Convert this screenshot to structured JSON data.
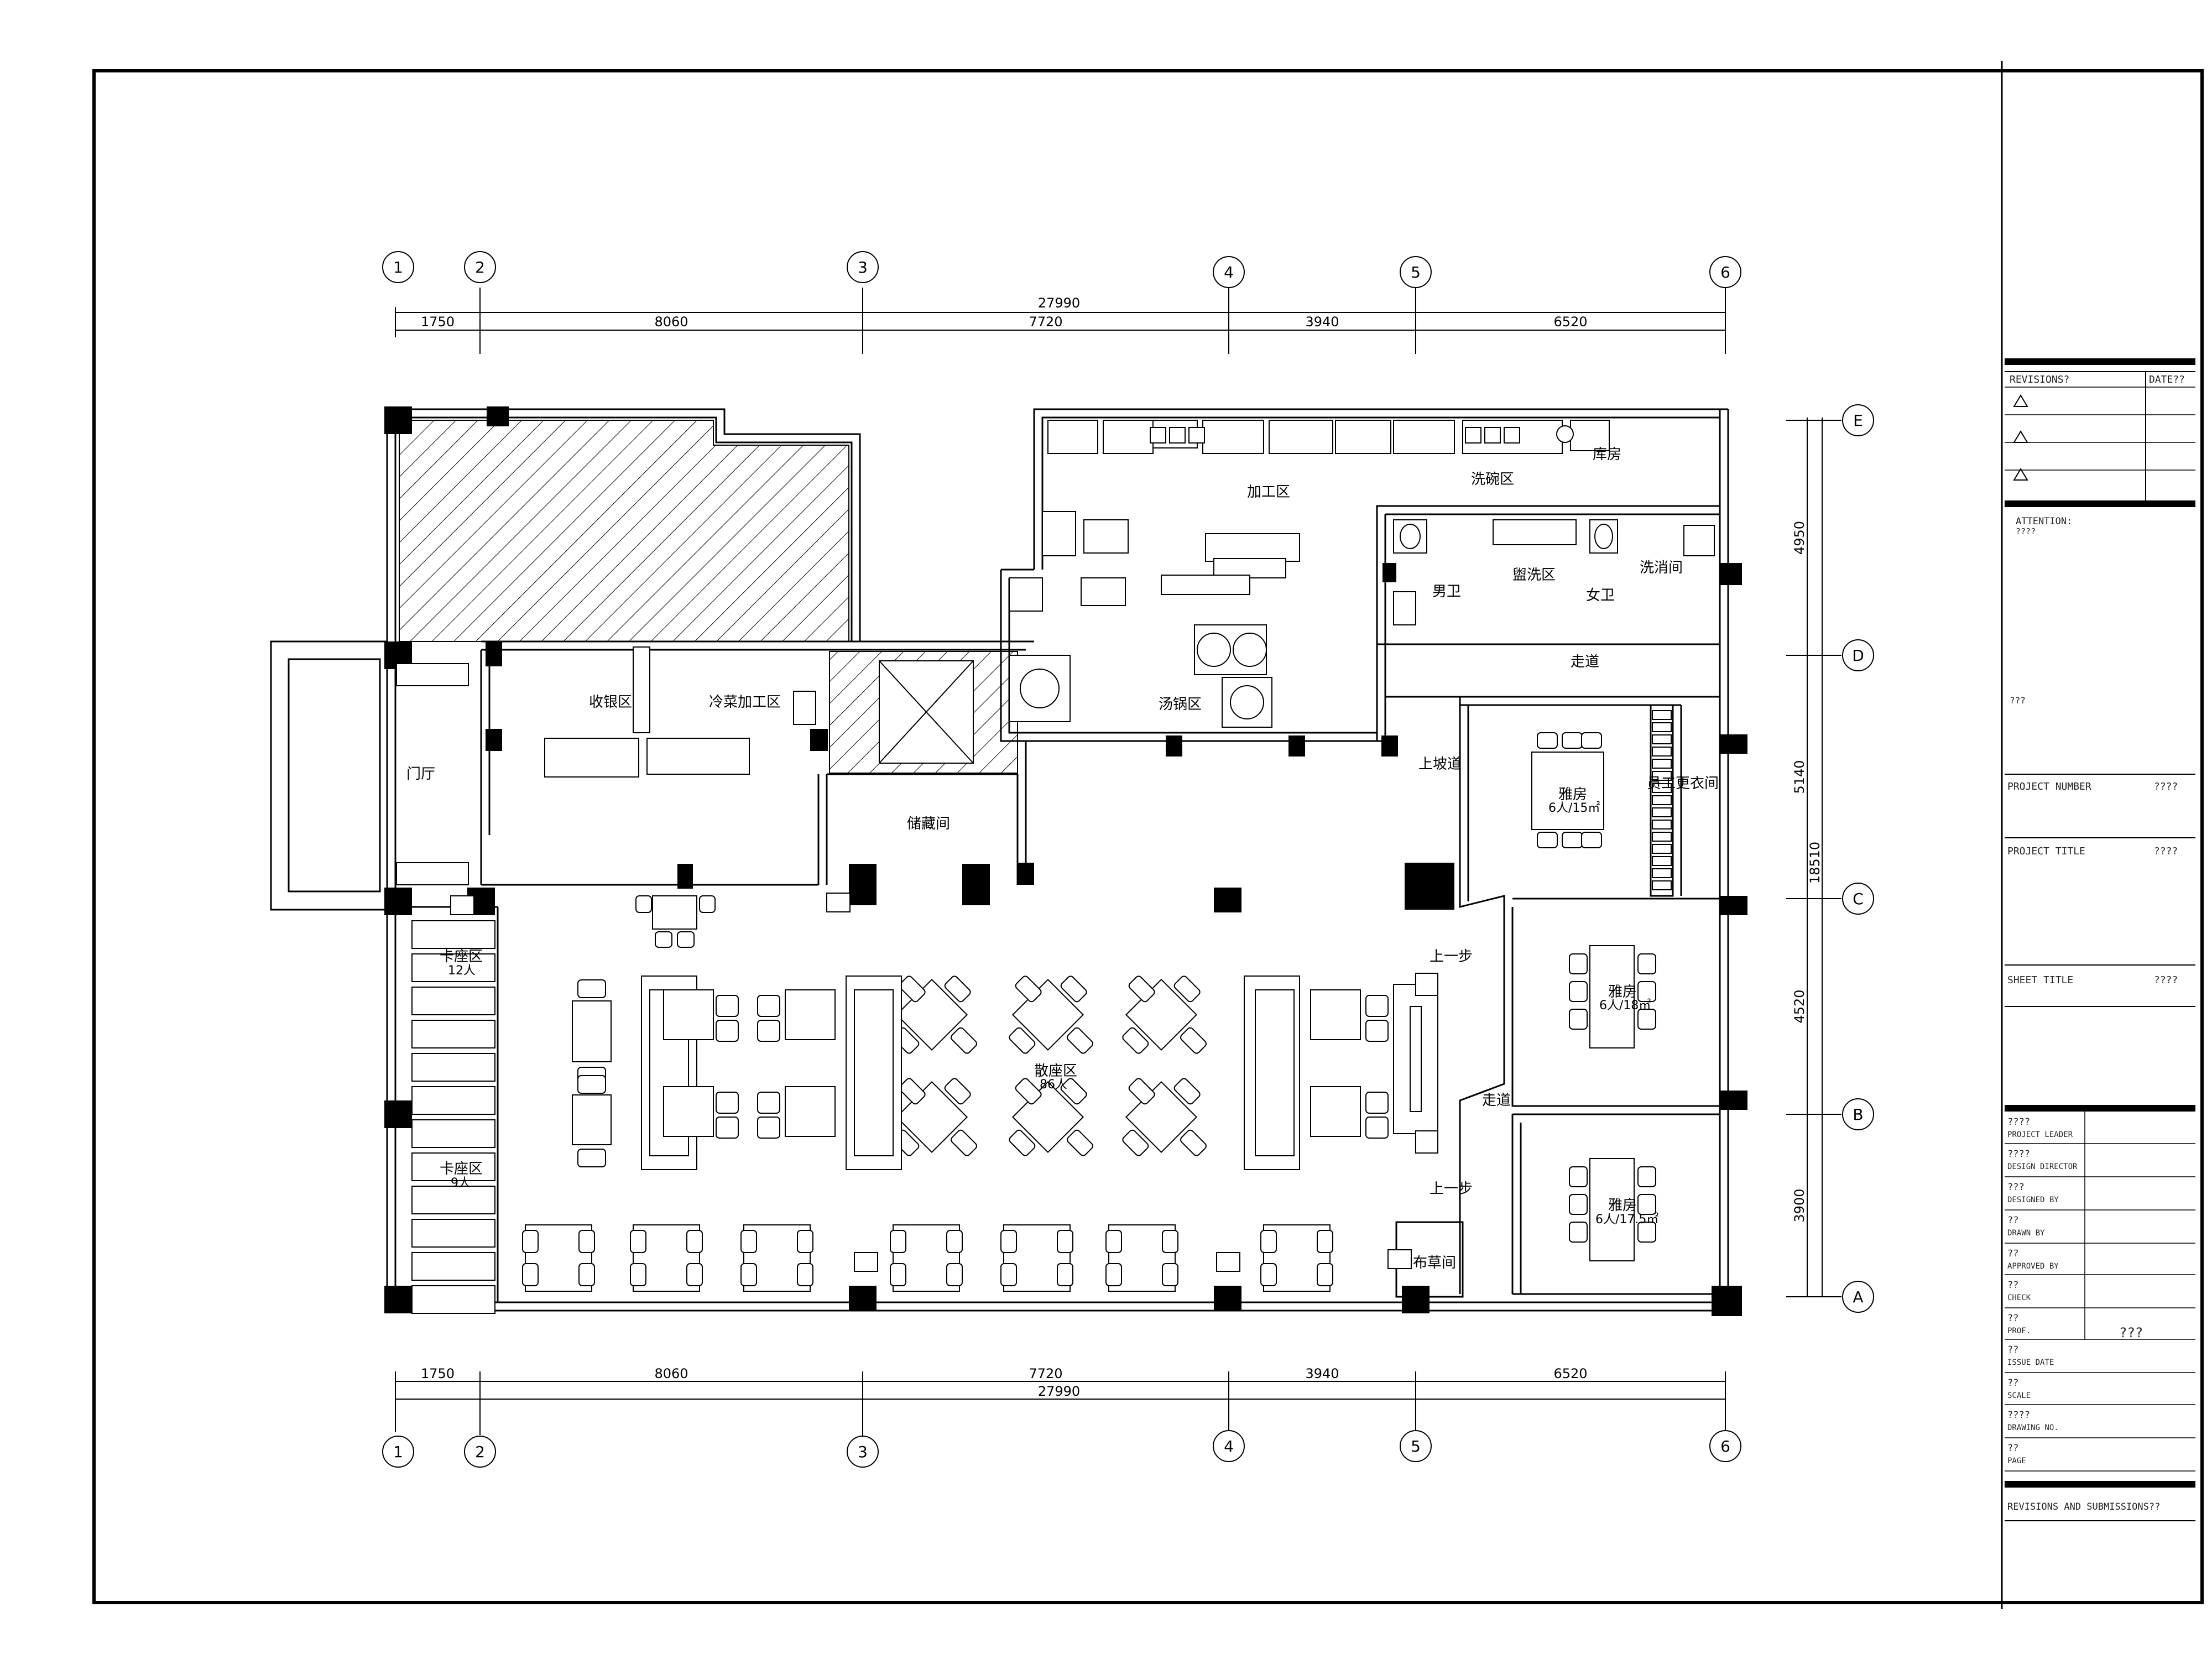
{
  "grid": {
    "columns": [
      "1",
      "2",
      "3",
      "4",
      "5",
      "6"
    ],
    "rows": [
      "E",
      "D",
      "C",
      "B",
      "A"
    ]
  },
  "dimensions": {
    "top_total": "27990",
    "top_segments": [
      "1750",
      "8060",
      "7720",
      "3940",
      "6520"
    ],
    "bottom_total": "27990",
    "bottom_segments": [
      "1750",
      "8060",
      "7720",
      "3940",
      "6520"
    ],
    "right_total": "18510",
    "right_segments": [
      "4950",
      "5140",
      "4520",
      "3900"
    ]
  },
  "rooms": {
    "hall": "门厅",
    "cashier": "收银区",
    "cold_dish": "冷菜加工区",
    "storage": "储藏间",
    "processing": "加工区",
    "dishwash": "洗碗区",
    "storeroom": "库房",
    "men_wc": "男卫",
    "washarea": "盥洗区",
    "women_wc": "女卫",
    "disinfect": "洗消间",
    "corridor_top": "走道",
    "soup_pot": "汤锅区",
    "ramp": "上坡道",
    "locker": "员工更衣间",
    "booth1_name": "卡座区",
    "booth1_count": "12人",
    "booth2_name": "卡座区",
    "booth2_count": "9人",
    "open_seat_name": "散座区",
    "open_seat_count": "86人",
    "step_up1": "上一步",
    "step_up2": "上一步",
    "corridor_mid": "走道",
    "linen": "布草间",
    "private1_name": "雅房",
    "private1_cap": "6人/15㎡",
    "private2_name": "雅房",
    "private2_cap": "6人/18㎡",
    "private3_name": "雅房",
    "private3_cap": "6人/17.5㎡"
  },
  "title_block": {
    "revisions": "REVISIONS?",
    "date": "DATE??",
    "attention": "ATTENTION:",
    "attention_note": "????",
    "note2": "???",
    "project_number": "PROJECT NUMBER",
    "project_number_val": "????",
    "project_title": "PROJECT TITLE",
    "project_title_val": "????",
    "sheet_title": "SHEET TITLE",
    "sheet_title_val": "????",
    "rows": [
      {
        "cn": "????",
        "en": "PROJECT LEADER"
      },
      {
        "cn": "????",
        "en": "DESIGN DIRECTOR"
      },
      {
        "cn": "???",
        "en": "DESIGNED BY"
      },
      {
        "cn": "??",
        "en": "DRAWN BY"
      },
      {
        "cn": "??",
        "en": "APPROVED BY"
      },
      {
        "cn": "??",
        "en": "CHECK"
      },
      {
        "cn": "??",
        "en": "PROF."
      },
      {
        "cn": "??",
        "en": "ISSUE DATE"
      },
      {
        "cn": "??",
        "en": "SCALE"
      },
      {
        "cn": "????",
        "en": "DRAWING NO."
      },
      {
        "cn": "??",
        "en": "PAGE"
      }
    ],
    "prof_val": "???",
    "footer": "REVISIONS AND SUBMISSIONS??"
  }
}
